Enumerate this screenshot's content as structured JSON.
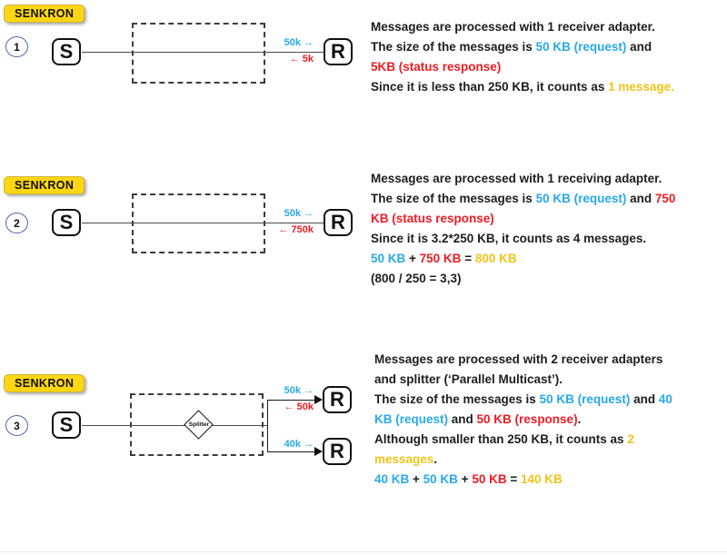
{
  "colors": {
    "blue": "#29a9ea",
    "red": "#ee1c24",
    "yellow": "#f0c31a",
    "black": "#1d1d1f",
    "badge_yellow": "#ffd613"
  },
  "sections": [
    {
      "badge": "SENKRON",
      "number": "1",
      "sender": "S",
      "receiver": "R",
      "request_label": "50k →",
      "response_label": "← 5k",
      "text": [
        [
          {
            "t": "Messages are processed with 1 receiver adapter.",
            "c": "k"
          }
        ],
        [
          {
            "t": "The size of the messages is ",
            "c": "k"
          },
          {
            "t": "50 KB (request)",
            "c": "b"
          },
          {
            "t": " and",
            "c": "k"
          }
        ],
        [
          {
            "t": "5KB (status response)",
            "c": "r"
          }
        ],
        [
          {
            "t": "Since it is less than 250 KB, it counts as ",
            "c": "k"
          },
          {
            "t": "1 message.",
            "c": "y"
          }
        ]
      ]
    },
    {
      "badge": "SENKRON",
      "number": "2",
      "sender": "S",
      "receiver": "R",
      "request_label": "50k →",
      "response_label": "← 750k",
      "text": [
        [
          {
            "t": "Messages are processed with 1 receiving adapter.",
            "c": "k"
          }
        ],
        [
          {
            "t": "The size of the messages is ",
            "c": "k"
          },
          {
            "t": "50 KB (request)",
            "c": "b"
          },
          {
            "t": " and ",
            "c": "k"
          },
          {
            "t": "750",
            "c": "r"
          }
        ],
        [
          {
            "t": "KB (status response)",
            "c": "r"
          }
        ],
        [
          {
            "t": "Since it is 3.2*250 KB, it counts as 4 messages.",
            "c": "k"
          }
        ],
        [
          {
            "t": "50 KB",
            "c": "b"
          },
          {
            "t": " + ",
            "c": "k"
          },
          {
            "t": "750 KB",
            "c": "r"
          },
          {
            "t": " = ",
            "c": "k"
          },
          {
            "t": "800 KB",
            "c": "y"
          }
        ],
        [
          {
            "t": "(800 / 250 = 3,3)",
            "c": "k"
          }
        ]
      ]
    },
    {
      "badge": "SENKRON",
      "number": "3",
      "sender": "S",
      "splitter_label": "Splitter",
      "receiver_top": "R",
      "receiver_bottom": "R",
      "top_request_label": "50k →",
      "top_response_label": "← 50k",
      "bottom_request_label": "40k →",
      "text": [
        [
          {
            "t": "Messages are processed with 2 receiver adapters",
            "c": "k"
          }
        ],
        [
          {
            "t": "and splitter (‘Parallel Multicast’).",
            "c": "k"
          }
        ],
        [
          {
            "t": "The size of the messages is ",
            "c": "k"
          },
          {
            "t": "50 KB (request)",
            "c": "b"
          },
          {
            "t": " and ",
            "c": "k"
          },
          {
            "t": "40",
            "c": "b"
          }
        ],
        [
          {
            "t": "KB (request)",
            "c": "b"
          },
          {
            "t": " and ",
            "c": "k"
          },
          {
            "t": "50 KB (response)",
            "c": "r"
          },
          {
            "t": ".",
            "c": "k"
          }
        ],
        [
          {
            "t": "Although smaller than 250 KB, it counts as ",
            "c": "k"
          },
          {
            "t": "2",
            "c": "y"
          }
        ],
        [
          {
            "t": "messages",
            "c": "y"
          },
          {
            "t": ".",
            "c": "k"
          }
        ],
        [
          {
            "t": "40 KB",
            "c": "b"
          },
          {
            "t": " + ",
            "c": "k"
          },
          {
            "t": "50 KB",
            "c": "b"
          },
          {
            "t": " + ",
            "c": "k"
          },
          {
            "t": "50 KB",
            "c": "r"
          },
          {
            "t": " = ",
            "c": "k"
          },
          {
            "t": "140 KB",
            "c": "y"
          }
        ]
      ]
    }
  ]
}
